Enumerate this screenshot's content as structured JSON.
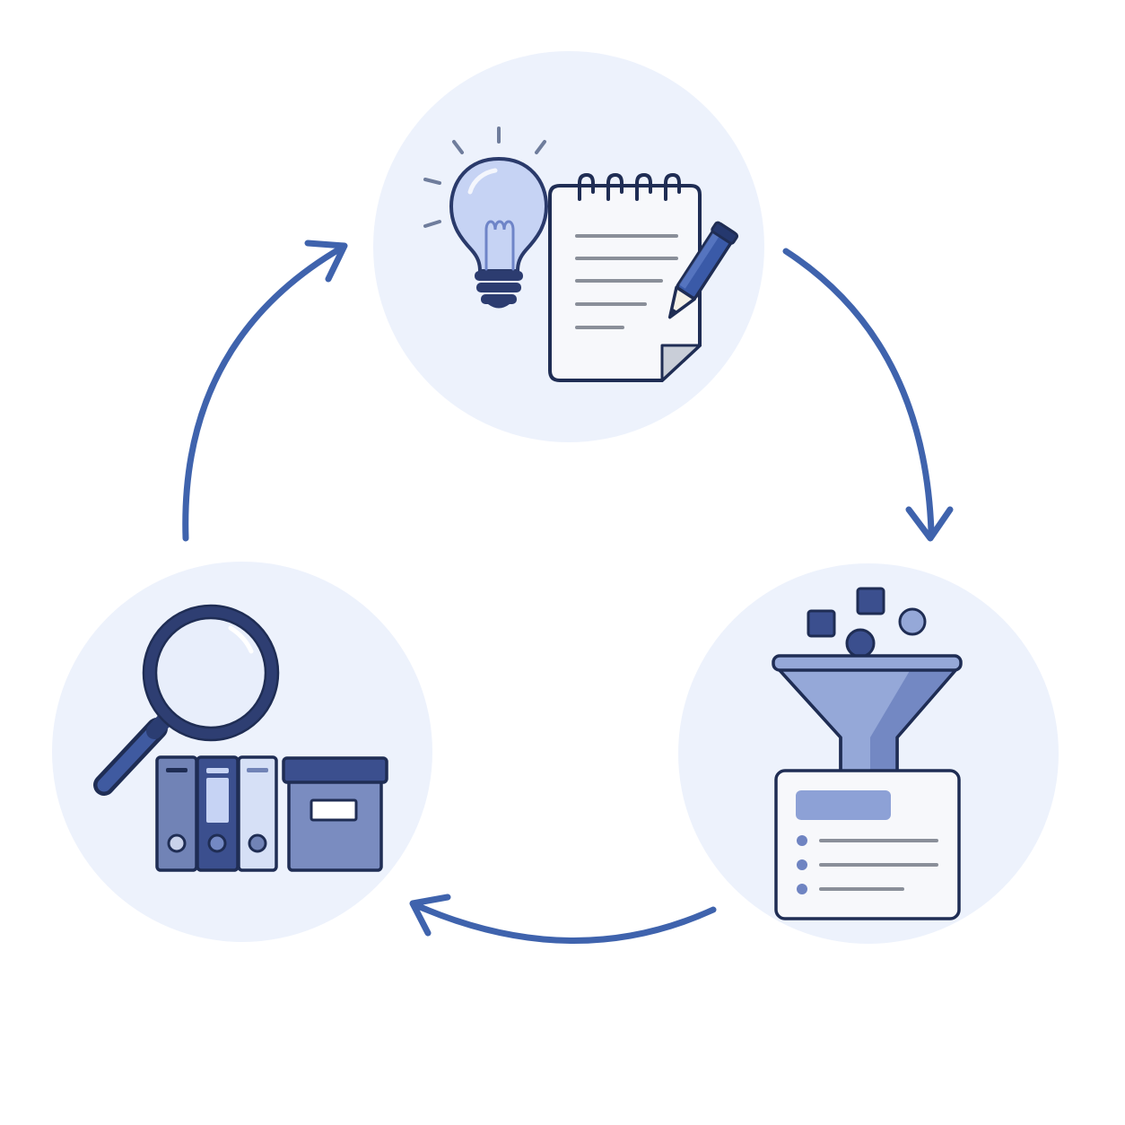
{
  "colors": {
    "background": "#ffffff",
    "node_fill": "#edf2fc",
    "arrow": "#3f63ad",
    "outline": "#1f2d54",
    "navy": "#3b4f8e",
    "mid_blue": "#7183b6",
    "light_blue": "#d6e0f6",
    "funnel": "#95a8d8",
    "funnel_shade": "#7388c3",
    "paper": "#f7f8fb",
    "text_line": "#8a8f99"
  },
  "nodes": [
    {
      "id": "ideate",
      "icons": [
        "lightbulb-icon",
        "notepad-icon",
        "pen-icon"
      ]
    },
    {
      "id": "filter",
      "icons": [
        "funnel-icon",
        "results-card-icon"
      ]
    },
    {
      "id": "archive",
      "icons": [
        "magnifier-icon",
        "binders-icon",
        "storage-box-icon"
      ]
    }
  ],
  "edges": [
    {
      "from": "ideate",
      "to": "filter"
    },
    {
      "from": "filter",
      "to": "archive"
    },
    {
      "from": "archive",
      "to": "ideate"
    }
  ]
}
